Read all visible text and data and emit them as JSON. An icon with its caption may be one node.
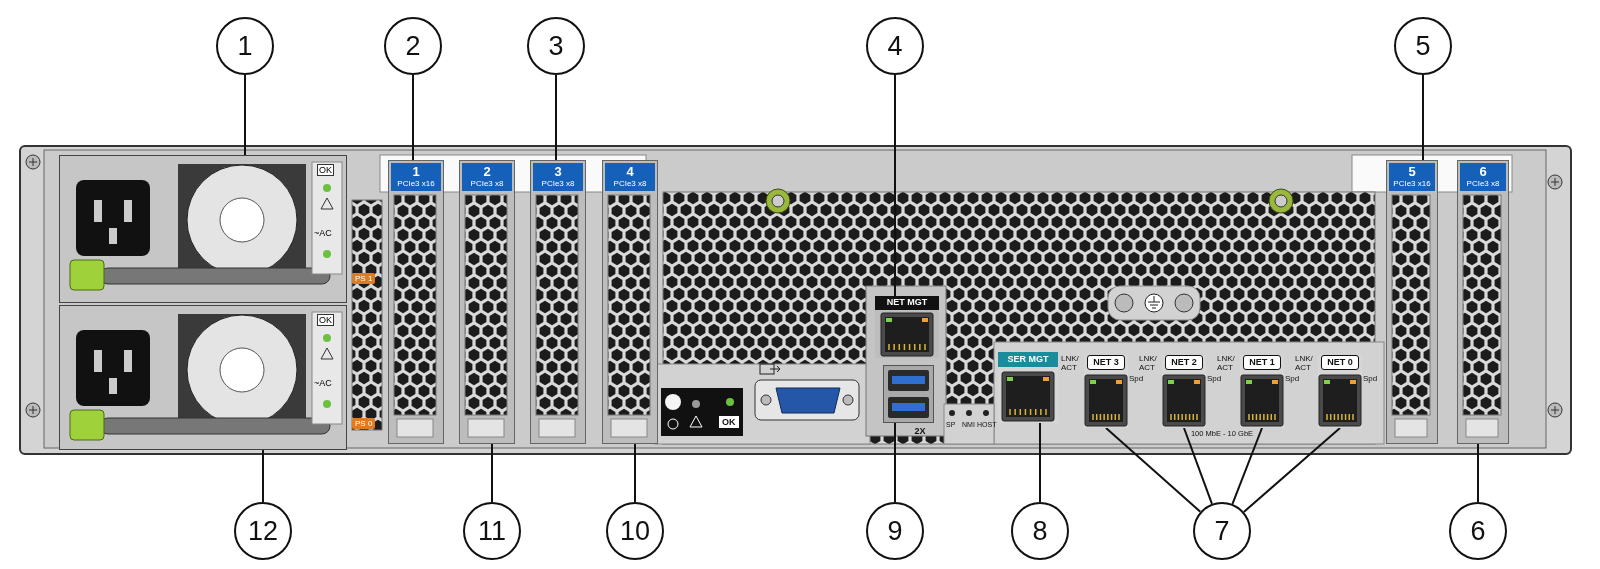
{
  "diagram": {
    "nodes": [
      {
        "text": [
          "1"
        ]
      },
      {
        "text": [
          "2"
        ]
      },
      {
        "text": [
          "3"
        ]
      },
      {
        "text": [
          "4"
        ]
      },
      {
        "text": [
          "5"
        ]
      },
      {
        "text": [
          "6"
        ]
      },
      {
        "text": [
          "7"
        ]
      },
      {
        "text": [
          "8"
        ]
      },
      {
        "text": [
          "9"
        ]
      },
      {
        "text": [
          "10"
        ]
      },
      {
        "text": [
          "11"
        ]
      },
      {
        "text": [
          "12"
        ]
      },
      {
        "text": [
          "OK",
          "~AC"
        ]
      },
      {
        "text": [
          "OK",
          "~AC"
        ]
      },
      {
        "text": [
          "1",
          "PCIe3 x16"
        ]
      },
      {
        "text": [
          "2",
          "PCIe3 x8"
        ]
      },
      {
        "text": [
          "3",
          "PCIe3 x8"
        ]
      },
      {
        "text": [
          "4",
          "PCIe3 x8"
        ]
      },
      {
        "text": [
          "5",
          "PCIe3 x16"
        ]
      },
      {
        "text": [
          "6",
          "PCIe3 x8"
        ]
      },
      {
        "text": [
          "NET MGT"
        ]
      },
      {
        "text": [],
        "shape": "picture",
        "beside": [
          "2X"
        ]
      },
      {
        "text": [
          "SER MGT"
        ]
      },
      {
        "text": [
          "NET 3"
        ]
      },
      {
        "text": [
          "NET 2"
        ]
      },
      {
        "text": [
          "NET 1"
        ]
      },
      {
        "text": [
          "NET 0"
        ]
      }
    ],
    "edges": [
      {
        "from": 0,
        "to": 12,
        "arrow": "none"
      },
      {
        "from": 1,
        "to": 14,
        "arrow": "none"
      },
      {
        "from": 2,
        "to": 16,
        "arrow": "none"
      },
      {
        "from": 3,
        "to": 20,
        "arrow": "none"
      },
      {
        "from": 4,
        "to": 18,
        "arrow": "none"
      },
      {
        "from": 5,
        "to": 19,
        "arrow": "none"
      },
      {
        "from": 6,
        "to": 23,
        "arrow": "none"
      },
      {
        "from": 6,
        "to": 24,
        "arrow": "none"
      },
      {
        "from": 6,
        "to": 25,
        "arrow": "none"
      },
      {
        "from": 6,
        "to": 26,
        "arrow": "none"
      },
      {
        "from": 7,
        "to": 22,
        "arrow": "none"
      },
      {
        "from": 8,
        "to": 21,
        "arrow": "none"
      },
      {
        "from": 9,
        "to": 17,
        "arrow": "none"
      },
      {
        "from": 10,
        "to": 15,
        "arrow": "none"
      },
      {
        "from": 11,
        "to": 13,
        "arrow": "none"
      }
    ],
    "labels": [
      "PS 1",
      "PS 0",
      "SP",
      "NMI",
      "HOST",
      "OK",
      "LNK/ ACT",
      "Spd",
      "LNK/ ACT",
      "Spd",
      "LNK/ ACT",
      "Spd",
      "LNK/ ACT",
      "Spd",
      "100 MbE - 10 GbE"
    ]
  }
}
